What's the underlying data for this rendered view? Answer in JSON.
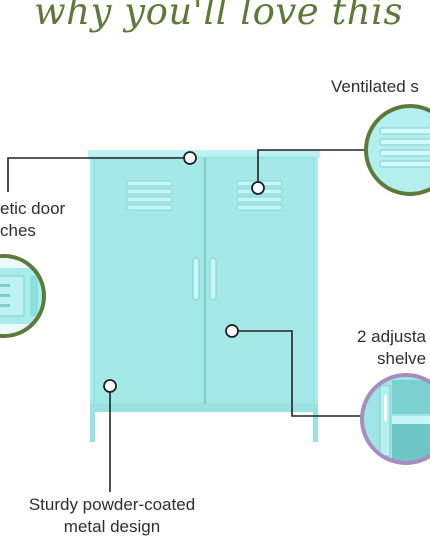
{
  "headline": "why you'll love this",
  "features": {
    "ventilated": "Ventilated s",
    "latches_line1": "etic door",
    "latches_line2": "ches",
    "shelves_line1": "2 adjusta",
    "shelves_line2": "shelve",
    "metal_line1": "Sturdy powder-coated",
    "metal_line2": "metal design"
  },
  "colors": {
    "headline": "#5e7a3a",
    "cabinet": "#a9ecec",
    "cabinet_shadow": "#8fdede",
    "ring": "#5e7a3a",
    "callout_line": "#222222"
  }
}
